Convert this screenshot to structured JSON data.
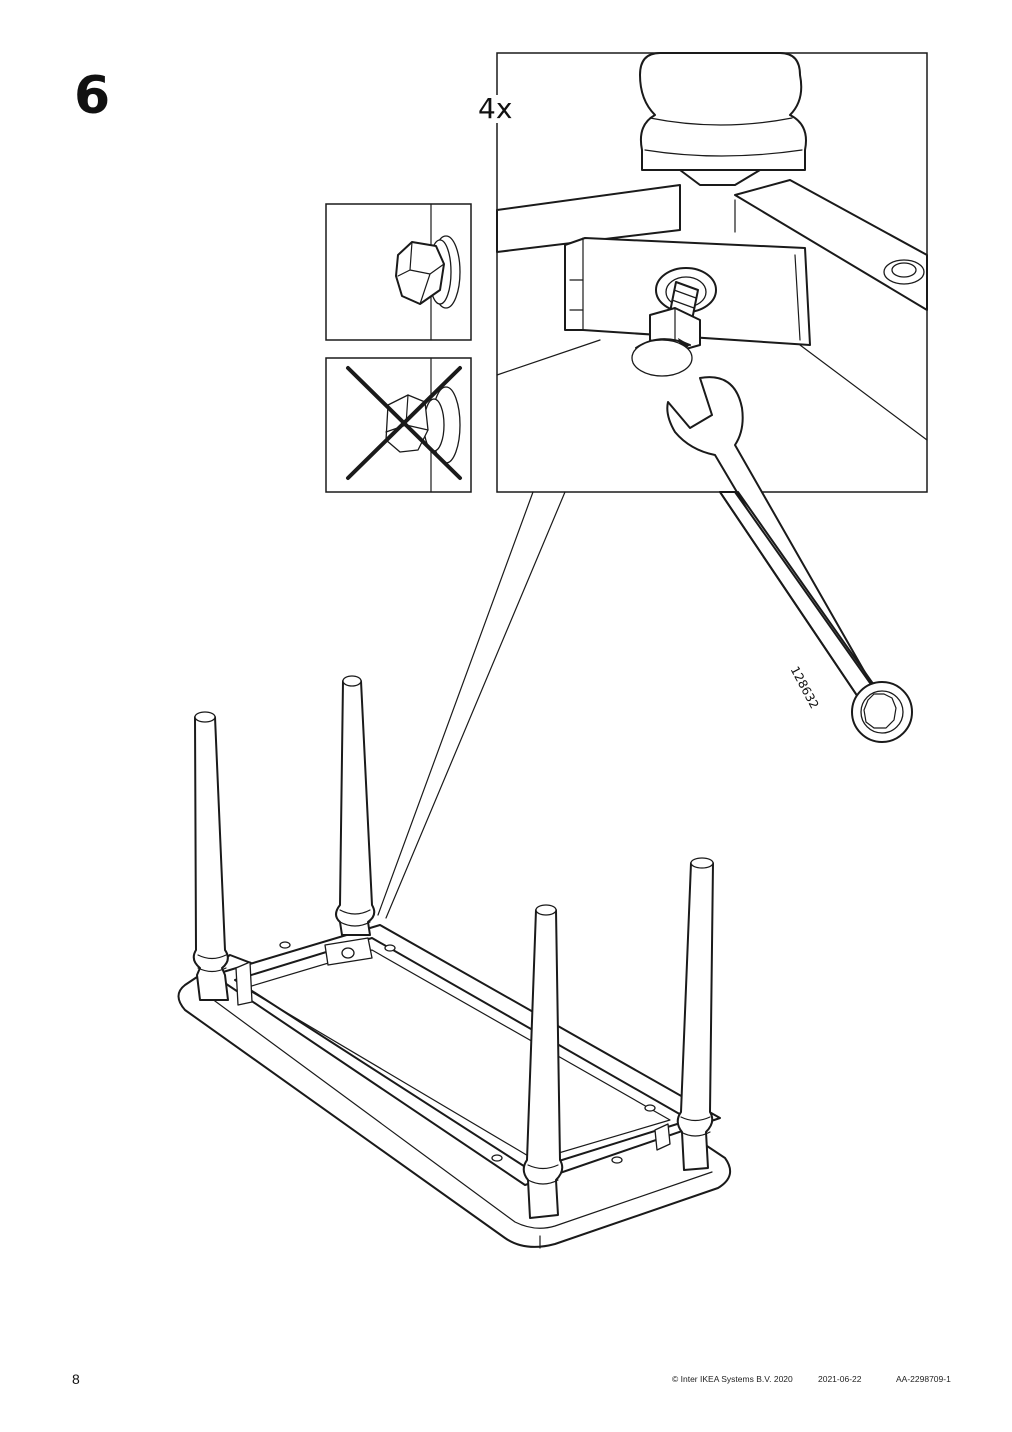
{
  "step": {
    "number": "6",
    "quantity": "4x"
  },
  "tool": {
    "part_number": "128632"
  },
  "page": {
    "number": "8"
  },
  "footer": {
    "copyright": "© Inter IKEA Systems B.V. 2020",
    "date": "2021-06-22",
    "document_id": "AA-2298709-1"
  }
}
